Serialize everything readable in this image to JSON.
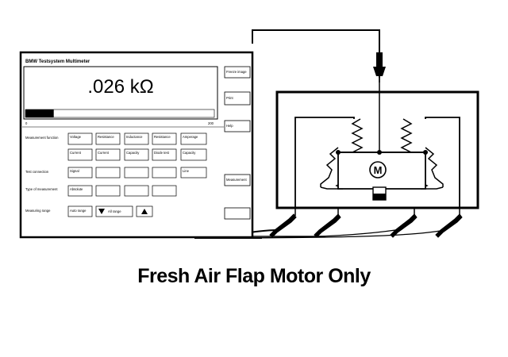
{
  "screen": {
    "title": "BMW Testsystem Multimeter",
    "reading": ".026 kΩ",
    "scale_min": "0",
    "scale_max": "200",
    "bar_fill_fraction": 0.15,
    "row_labels": [
      "Measurement function",
      "Test connection",
      "Type of measurement",
      "Measuring range"
    ],
    "buttons_row1a": [
      "Voltage",
      "Resistance",
      "Inductance",
      "Resistance",
      "Amperage"
    ],
    "buttons_row1b": [
      "Current",
      "Current",
      "Capacity",
      "Diode test",
      "Capacity"
    ],
    "buttons_row2": [
      "Signal",
      "",
      "",
      "",
      "Line"
    ],
    "buttons_row3": [
      "Absolute",
      "",
      "",
      ""
    ],
    "buttons_row4": [
      "Auto range",
      "All range",
      ""
    ],
    "side_buttons": [
      "Freeze image",
      "Print",
      "Help",
      "Measurement"
    ]
  },
  "motor_label": "M",
  "caption": "Fresh Air Flap Motor Only"
}
